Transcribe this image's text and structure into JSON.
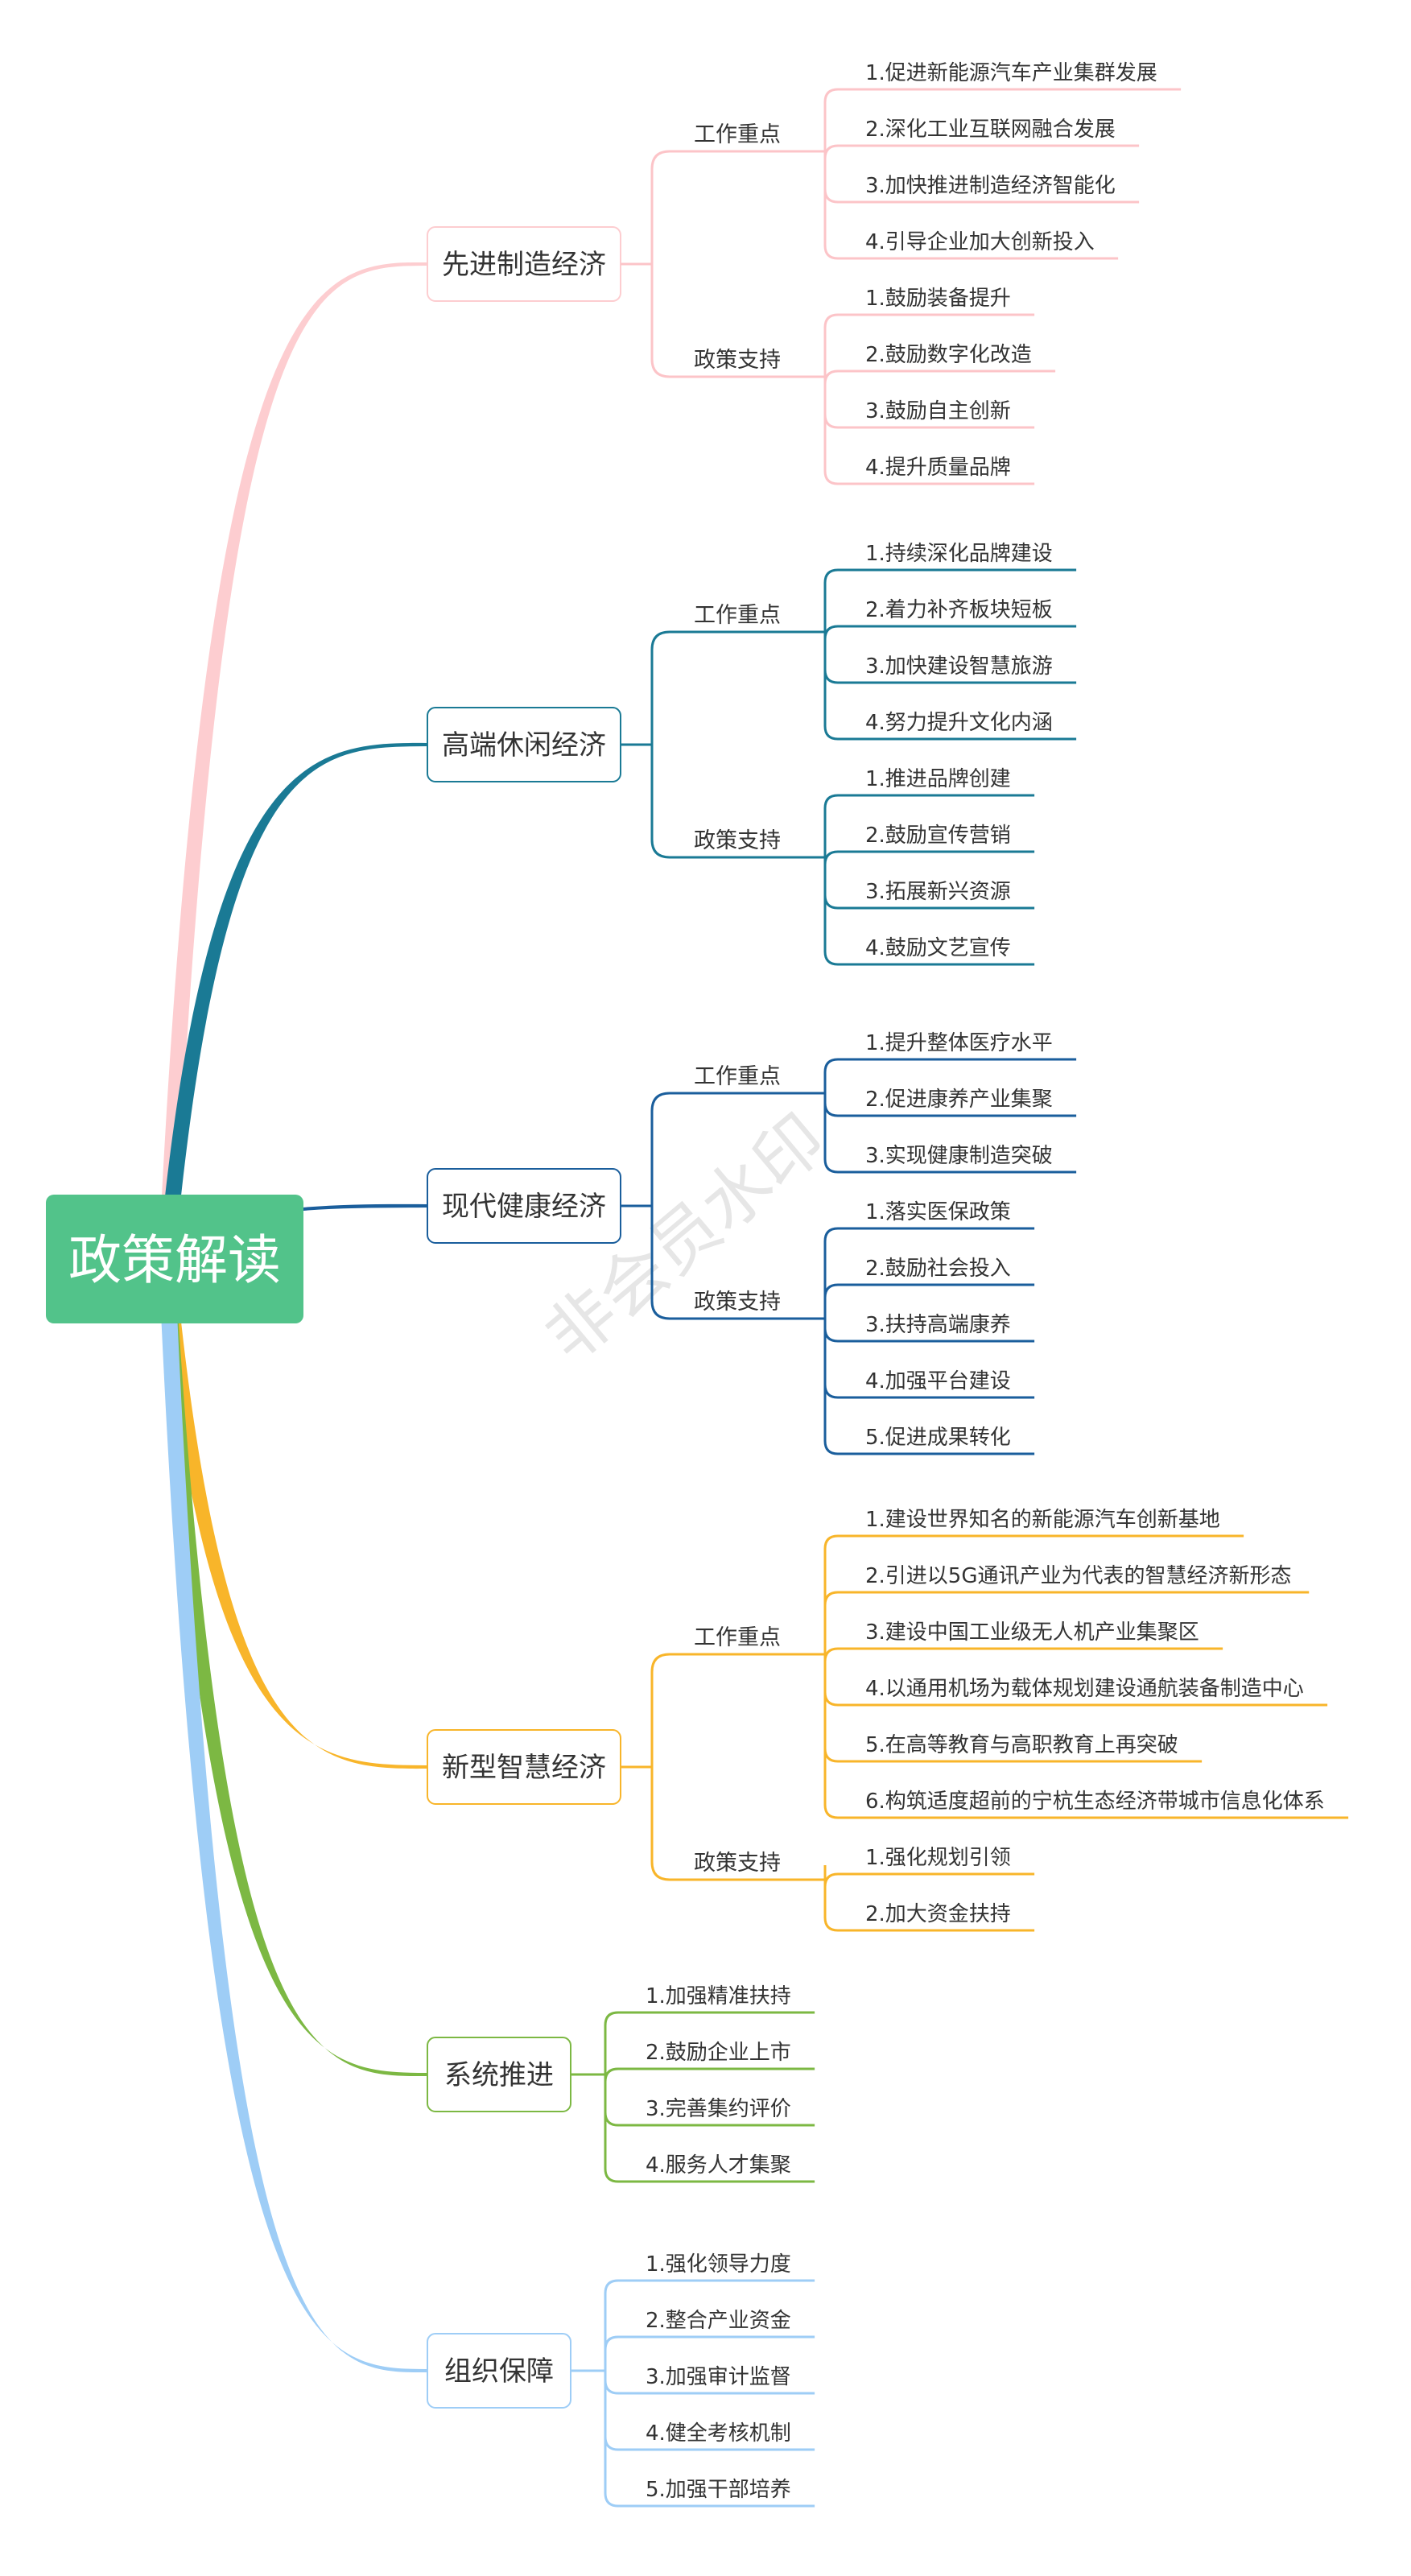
{
  "root": {
    "label": "政策解读",
    "color": "#52c38a"
  },
  "watermark": "非会员水印",
  "branches": [
    {
      "label": "先进制造经济",
      "color": "#fdcdd0",
      "groups": [
        {
          "label": "工作重点",
          "items": [
            "1.促进新能源汽车产业集群发展",
            "2.深化工业互联网融合发展",
            "3.加快推进制造经济智能化",
            "4.引导企业加大创新投入"
          ]
        },
        {
          "label": "政策支持",
          "items": [
            "1.鼓励装备提升",
            "2.鼓励数字化改造",
            "3.鼓励自主创新",
            "4.提升质量品牌"
          ]
        }
      ]
    },
    {
      "label": "高端休闲经济",
      "color": "#1a7a95",
      "groups": [
        {
          "label": "工作重点",
          "items": [
            "1.持续深化品牌建设",
            "2.着力补齐板块短板",
            "3.加快建设智慧旅游",
            "4.努力提升文化内涵"
          ]
        },
        {
          "label": "政策支持",
          "items": [
            "1.推进品牌创建",
            "2.鼓励宣传营销",
            "3.拓展新兴资源",
            "4.鼓励文艺宣传"
          ]
        }
      ]
    },
    {
      "label": "现代健康经济",
      "color": "#1a5e9c",
      "groups": [
        {
          "label": "工作重点",
          "items": [
            "1.提升整体医疗水平",
            "2.促进康养产业集聚",
            "3.实现健康制造突破"
          ]
        },
        {
          "label": "政策支持",
          "items": [
            "1.落实医保政策",
            "2.鼓励社会投入",
            "3.扶持高端康养",
            "4.加强平台建设",
            "5.促进成果转化"
          ]
        }
      ]
    },
    {
      "label": "新型智慧经济",
      "color": "#f8b52a",
      "groups": [
        {
          "label": "工作重点",
          "items": [
            "1.建设世界知名的新能源汽车创新基地",
            "2.引进以5G通讯产业为代表的智慧经济新形态",
            "3.建设中国工业级无人机产业集聚区",
            "4.以通用机场为载体规划建设通航装备制造中心",
            "5.在高等教育与高职教育上再突破",
            "6.构筑适度超前的宁杭生态经济带城市信息化体系"
          ]
        },
        {
          "label": "政策支持",
          "items": [
            "1.强化规划引领",
            "2.加大资金扶持"
          ]
        }
      ]
    },
    {
      "label": "系统推进",
      "color": "#7cb843",
      "items": [
        "1.加强精准扶持",
        "2.鼓励企业上市",
        "3.完善集约评价",
        "4.服务人才集聚"
      ]
    },
    {
      "label": "组织保障",
      "color": "#9ecdf6",
      "items": [
        "1.强化领导力度",
        "2.整合产业资金",
        "3.加强审计监督",
        "4.健全考核机制",
        "5.加强干部培养"
      ]
    }
  ]
}
